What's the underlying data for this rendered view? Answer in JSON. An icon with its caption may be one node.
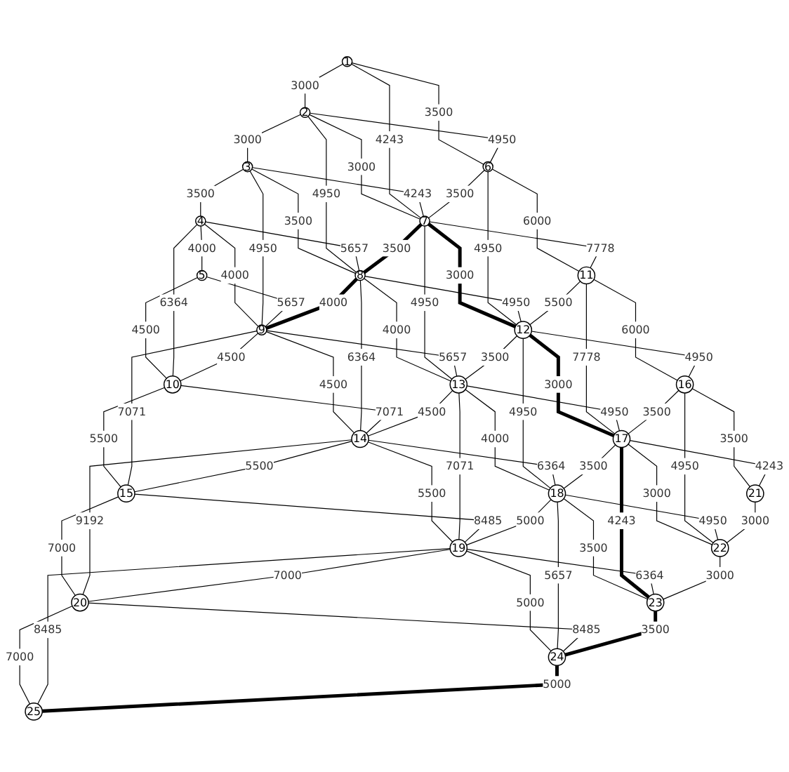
{
  "diagram": {
    "nodes": [
      {
        "text": [
          "1"
        ]
      },
      {
        "text": [
          "2"
        ]
      },
      {
        "text": [
          "3"
        ]
      },
      {
        "text": [
          "4"
        ]
      },
      {
        "text": [
          "5"
        ]
      },
      {
        "text": [
          "6"
        ]
      },
      {
        "text": [
          "7"
        ]
      },
      {
        "text": [
          "8"
        ]
      },
      {
        "text": [
          "9"
        ]
      },
      {
        "text": [
          "10"
        ]
      },
      {
        "text": [
          "11"
        ]
      },
      {
        "text": [
          "12"
        ]
      },
      {
        "text": [
          "13"
        ]
      },
      {
        "text": [
          "14"
        ]
      },
      {
        "text": [
          "15"
        ]
      },
      {
        "text": [
          "16"
        ]
      },
      {
        "text": [
          "17"
        ]
      },
      {
        "text": [
          "18"
        ]
      },
      {
        "text": [
          "19"
        ]
      },
      {
        "text": [
          "20"
        ]
      },
      {
        "text": [
          "21"
        ]
      },
      {
        "text": [
          "22"
        ]
      },
      {
        "text": [
          "23"
        ]
      },
      {
        "text": [
          "24"
        ]
      },
      {
        "text": [
          "25"
        ]
      }
    ],
    "edges": [
      {
        "from": 0,
        "to": 1,
        "arrow": "none",
        "label": "3000"
      },
      {
        "from": 1,
        "to": 2,
        "arrow": "none",
        "label": "3000"
      },
      {
        "from": 2,
        "to": 3,
        "arrow": "none",
        "label": "3500"
      },
      {
        "from": 3,
        "to": 4,
        "arrow": "none",
        "label": "4000"
      },
      {
        "from": 0,
        "to": 5,
        "arrow": "none",
        "label": "3500"
      },
      {
        "from": 1,
        "to": 6,
        "arrow": "none",
        "label": "3000"
      },
      {
        "from": 2,
        "to": 7,
        "arrow": "none",
        "label": "3500"
      },
      {
        "from": 3,
        "to": 8,
        "arrow": "none",
        "label": "4000"
      },
      {
        "from": 4,
        "to": 9,
        "arrow": "none",
        "label": "4500"
      },
      {
        "from": 1,
        "to": 5,
        "arrow": "none",
        "label": "4950"
      },
      {
        "from": 0,
        "to": 6,
        "arrow": "none",
        "label": "4243"
      },
      {
        "from": 2,
        "to": 6,
        "arrow": "none",
        "label": "4243"
      },
      {
        "from": 1,
        "to": 7,
        "arrow": "none",
        "label": "4950"
      },
      {
        "from": 3,
        "to": 7,
        "arrow": "none",
        "label": "5657"
      },
      {
        "from": 2,
        "to": 8,
        "arrow": "none",
        "label": "4950"
      },
      {
        "from": 4,
        "to": 8,
        "arrow": "none",
        "label": "5657"
      },
      {
        "from": 3,
        "to": 9,
        "arrow": "none",
        "label": "6364"
      },
      {
        "from": 5,
        "to": 6,
        "arrow": "none",
        "label": "3500"
      },
      {
        "from": 6,
        "to": 7,
        "arrow": "none",
        "label": "3500",
        "style": "thick"
      },
      {
        "from": 7,
        "to": 8,
        "arrow": "none",
        "label": "4000",
        "style": "thick"
      },
      {
        "from": 8,
        "to": 9,
        "arrow": "none",
        "label": "4500"
      },
      {
        "from": 5,
        "to": 10,
        "arrow": "none",
        "label": "6000"
      },
      {
        "from": 6,
        "to": 11,
        "arrow": "none",
        "label": "3000",
        "style": "thick"
      },
      {
        "from": 7,
        "to": 12,
        "arrow": "none",
        "label": "4000"
      },
      {
        "from": 8,
        "to": 13,
        "arrow": "none",
        "label": "4500"
      },
      {
        "from": 9,
        "to": 14,
        "arrow": "none",
        "label": "5500"
      },
      {
        "from": 6,
        "to": 10,
        "arrow": "none",
        "label": "7778"
      },
      {
        "from": 5,
        "to": 11,
        "arrow": "none",
        "label": "4950"
      },
      {
        "from": 7,
        "to": 11,
        "arrow": "none",
        "label": "4950"
      },
      {
        "from": 6,
        "to": 12,
        "arrow": "none",
        "label": "4950"
      },
      {
        "from": 8,
        "to": 12,
        "arrow": "none",
        "label": "5657"
      },
      {
        "from": 7,
        "to": 13,
        "arrow": "none",
        "label": "6364"
      },
      {
        "from": 9,
        "to": 13,
        "arrow": "none",
        "label": "7071"
      },
      {
        "from": 8,
        "to": 14,
        "arrow": "none",
        "label": "7071"
      },
      {
        "from": 10,
        "to": 11,
        "arrow": "none",
        "label": "5500"
      },
      {
        "from": 11,
        "to": 12,
        "arrow": "none",
        "label": "3500"
      },
      {
        "from": 12,
        "to": 13,
        "arrow": "none",
        "label": "4500"
      },
      {
        "from": 13,
        "to": 14,
        "arrow": "none",
        "label": "5500"
      },
      {
        "from": 10,
        "to": 15,
        "arrow": "none",
        "label": "6000"
      },
      {
        "from": 11,
        "to": 16,
        "arrow": "none",
        "label": "3000",
        "style": "thick"
      },
      {
        "from": 12,
        "to": 17,
        "arrow": "none",
        "label": "4000"
      },
      {
        "from": 13,
        "to": 18,
        "arrow": "none",
        "label": "5500"
      },
      {
        "from": 14,
        "to": 19,
        "arrow": "none",
        "label": "7000"
      },
      {
        "from": 11,
        "to": 15,
        "arrow": "none",
        "label": "4950"
      },
      {
        "from": 10,
        "to": 16,
        "arrow": "none",
        "label": "7778"
      },
      {
        "from": 12,
        "to": 16,
        "arrow": "none",
        "label": "4950"
      },
      {
        "from": 11,
        "to": 17,
        "arrow": "none",
        "label": "4950"
      },
      {
        "from": 13,
        "to": 17,
        "arrow": "none",
        "label": "6364"
      },
      {
        "from": 12,
        "to": 18,
        "arrow": "none",
        "label": "7071"
      },
      {
        "from": 14,
        "to": 18,
        "arrow": "none",
        "label": "8485"
      },
      {
        "from": 13,
        "to": 19,
        "arrow": "none",
        "label": "9192"
      },
      {
        "from": 15,
        "to": 16,
        "arrow": "none",
        "label": "3500"
      },
      {
        "from": 16,
        "to": 17,
        "arrow": "none",
        "label": "3500"
      },
      {
        "from": 17,
        "to": 18,
        "arrow": "none",
        "label": "5000"
      },
      {
        "from": 18,
        "to": 19,
        "arrow": "none",
        "label": "7000"
      },
      {
        "from": 15,
        "to": 20,
        "arrow": "none",
        "label": "3500"
      },
      {
        "from": 16,
        "to": 21,
        "arrow": "none",
        "label": "3000"
      },
      {
        "from": 17,
        "to": 22,
        "arrow": "none",
        "label": "3500"
      },
      {
        "from": 18,
        "to": 23,
        "arrow": "none",
        "label": "5000"
      },
      {
        "from": 19,
        "to": 24,
        "arrow": "none",
        "label": "7000"
      },
      {
        "from": 16,
        "to": 20,
        "arrow": "none",
        "label": "4243"
      },
      {
        "from": 15,
        "to": 21,
        "arrow": "none",
        "label": "4950"
      },
      {
        "from": 17,
        "to": 21,
        "arrow": "none",
        "label": "4950"
      },
      {
        "from": 16,
        "to": 22,
        "arrow": "none",
        "label": "4243",
        "style": "thick"
      },
      {
        "from": 18,
        "to": 22,
        "arrow": "none",
        "label": "6364"
      },
      {
        "from": 17,
        "to": 23,
        "arrow": "none",
        "label": "5657"
      },
      {
        "from": 19,
        "to": 23,
        "arrow": "none",
        "label": "8485"
      },
      {
        "from": 18,
        "to": 24,
        "arrow": "none",
        "label": "8485"
      },
      {
        "from": 20,
        "to": 21,
        "arrow": "none",
        "label": "3000"
      },
      {
        "from": 21,
        "to": 22,
        "arrow": "none",
        "label": "3000"
      },
      {
        "from": 22,
        "to": 23,
        "arrow": "none",
        "label": "3500",
        "style": "thick"
      },
      {
        "from": 23,
        "to": 24,
        "arrow": "none",
        "label": "5000",
        "style": "thick"
      }
    ]
  }
}
